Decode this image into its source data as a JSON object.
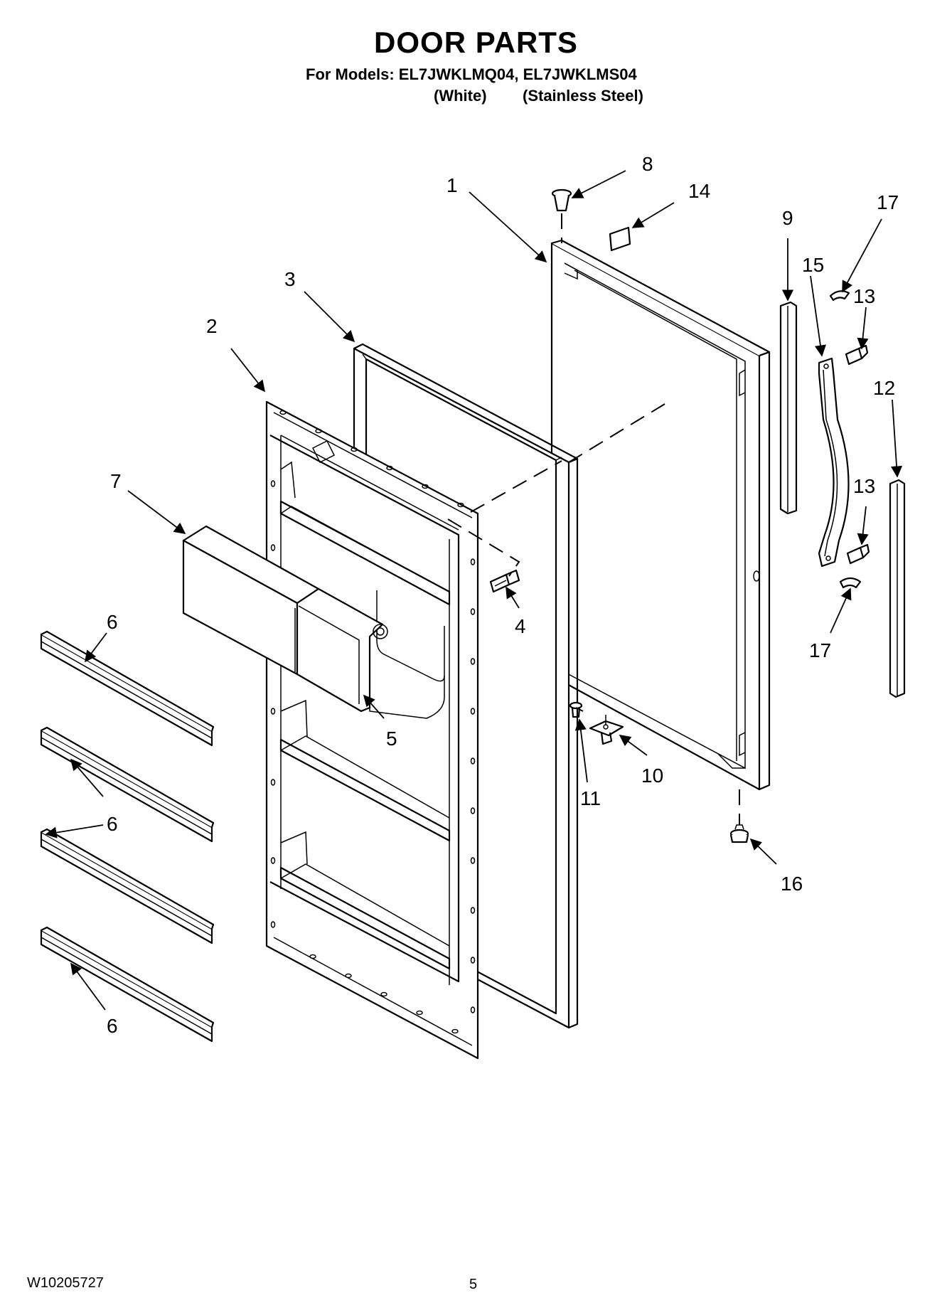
{
  "header": {
    "title": "DOOR PARTS",
    "models_line": "For Models: EL7JWKLMQ04, EL7JWKLMS04",
    "variant_white": "(White)",
    "variant_steel": "(Stainless Steel)"
  },
  "callouts": {
    "c1": "1",
    "c2": "2",
    "c3": "3",
    "c4": "4",
    "c5": "5",
    "c6a": "6",
    "c6b": "6",
    "c6c": "6",
    "c7": "7",
    "c8": "8",
    "c9": "9",
    "c10": "10",
    "c11": "11",
    "c12": "12",
    "c13a": "13",
    "c13b": "13",
    "c14": "14",
    "c15": "15",
    "c16": "16",
    "c17a": "17",
    "c17b": "17"
  },
  "footer": {
    "document_code": "W10205727",
    "page_number": "5"
  }
}
